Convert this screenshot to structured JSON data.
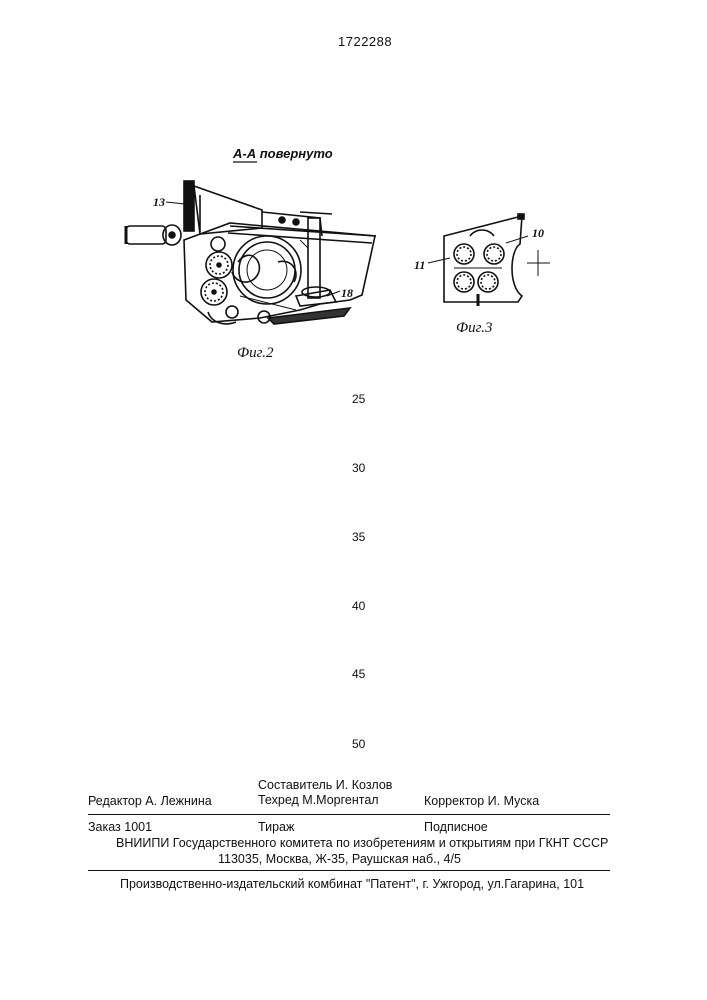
{
  "header": {
    "patent_number": "1722288"
  },
  "figure2": {
    "section_label": "А-А повернуто",
    "caption": "Фиг.2",
    "callouts": {
      "label_13": "13",
      "label_18": "18"
    }
  },
  "figure3": {
    "caption": "Фиг.3",
    "callouts": {
      "label_10": "10",
      "label_11": "11"
    }
  },
  "line_numbers": [
    "25",
    "30",
    "35",
    "40",
    "45",
    "50"
  ],
  "imprint": {
    "compiler": "Составитель  И. Козлов",
    "editor": "Редактор  А. Лежнина",
    "techred": "Техред М.Моргентал",
    "corrector": "Корректор И. Муска",
    "order": "Заказ  1001",
    "circulation": "Тираж",
    "subscription": "Подписное",
    "institute": "ВНИИПИ Государственного комитета по изобретениям и открытиям при ГКНТ СССР",
    "address": "113035, Москва, Ж-35, Раушская наб., 4/5",
    "publisher": "Производственно-издательский комбинат \"Патент\", г. Ужгород, ул.Гагарина, 101"
  }
}
